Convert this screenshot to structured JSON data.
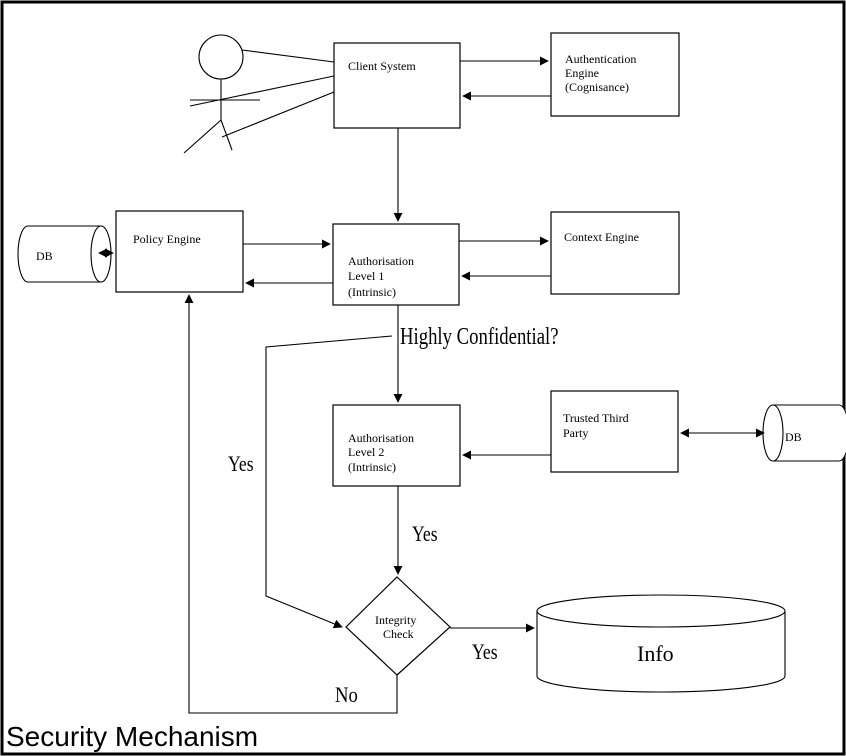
{
  "caption": "Security Mechanism",
  "nodes": {
    "client_system": "Client System",
    "auth_engine": [
      "Authentication",
      "Engine",
      "(Cognisance)"
    ],
    "policy_engine": "Policy Engine",
    "authorisation_l1": [
      "Authorisation",
      "Level 1",
      "(Intrinsic)"
    ],
    "context_engine": "Context Engine",
    "authorisation_l2": [
      "Authorisation",
      "Level 2",
      "(Intrinsic)"
    ],
    "trusted_third_party": [
      "Trusted Third",
      "Party"
    ],
    "integrity_check": [
      "Integrity",
      "Check"
    ],
    "db_left": "DB",
    "db_right": "DB",
    "info": "Info"
  },
  "edge_labels": {
    "highly_confidential": "Highly Confidential?",
    "yes_left": "Yes",
    "yes_mid": "Yes",
    "yes_right": "Yes",
    "no": "No"
  },
  "colors": {
    "stroke": "#000000",
    "background": "#ffffff"
  }
}
